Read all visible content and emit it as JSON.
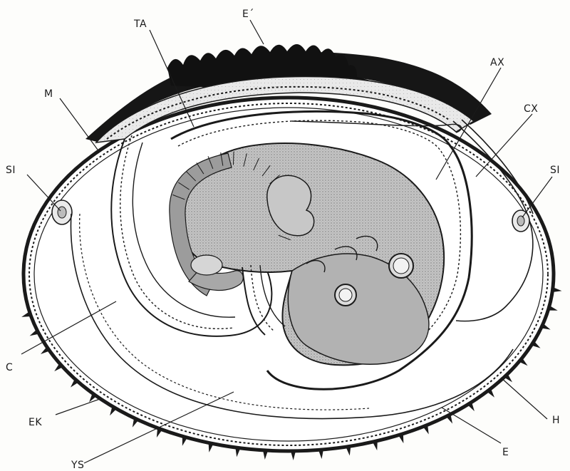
{
  "labels": {
    "ta": "TA",
    "e_prime": "E´",
    "ax": "AX",
    "cx": "CX",
    "m": "M",
    "si_left": "SI",
    "si_right": "SI",
    "c": "C",
    "ek": "EK",
    "ys": "YS",
    "h": "H",
    "e": "E"
  },
  "colors": {
    "ink": "#1a1a1a",
    "background": "#fdfdfb",
    "embryo_fill": "#bdbdbd",
    "embryo_shade": "#8a8a8a",
    "decidua": "#161616",
    "membrane_light": "#e4e4e4"
  }
}
